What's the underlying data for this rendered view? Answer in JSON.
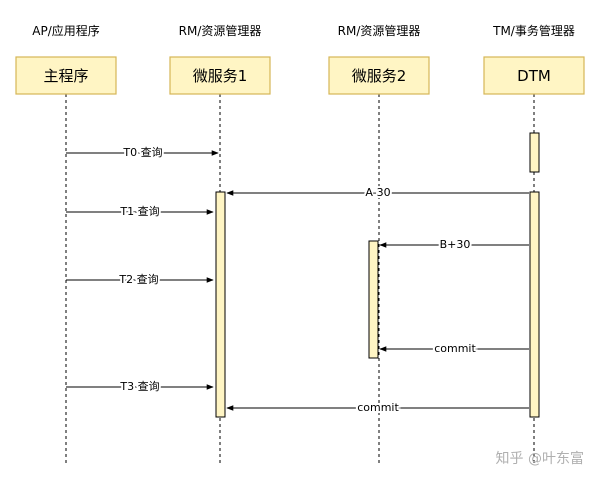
{
  "participants": [
    {
      "role": "AP/应用程序",
      "name": "主程序"
    },
    {
      "role": "RM/资源管理器",
      "name": "微服务1"
    },
    {
      "role": "RM/资源管理器",
      "name": "微服务2"
    },
    {
      "role": "TM/事务管理器",
      "name": "DTM"
    }
  ],
  "messages": [
    {
      "label": "T0 查询"
    },
    {
      "label": "A-30"
    },
    {
      "label": "T1 查询"
    },
    {
      "label": "B+30"
    },
    {
      "label": "T2 查询"
    },
    {
      "label": "commit"
    },
    {
      "label": "T3 查询"
    },
    {
      "label": "commit"
    }
  ],
  "watermark": "知乎 @叶东富",
  "colors": {
    "box_fill": "#fff5c4",
    "box_stroke": "#d6b656",
    "line": "#000000",
    "watermark": "#b0b0b0"
  }
}
